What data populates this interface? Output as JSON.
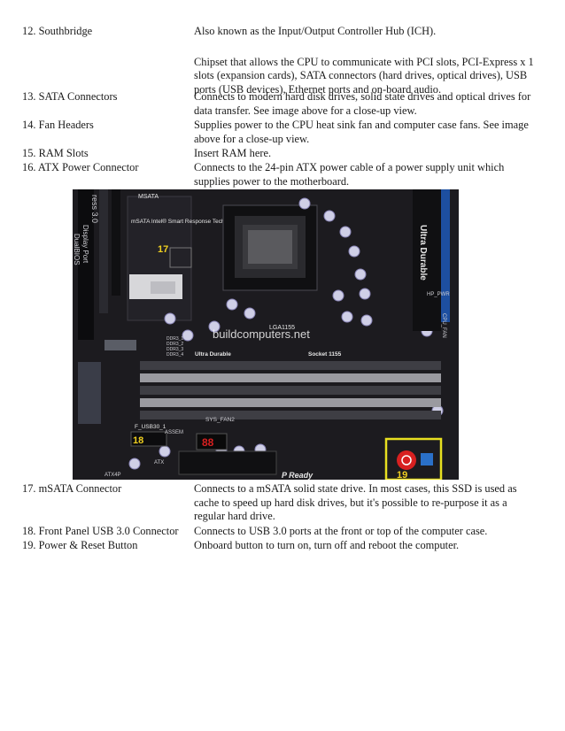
{
  "items_top": [
    {
      "term": "12. Southbridge",
      "desc": "Also known as the Input/Output Controller Hub (ICH).",
      "desc2": "Chipset that allows the CPU to communicate with PCI slots, PCI-Express x 1 slots (expansion cards), SATA connectors (hard drives, optical drives), USB ports (USB devices), Ethernet ports and on-board audio."
    },
    {
      "term": "13. SATA Connectors",
      "desc": "Connects to modern hard disk drives, solid state drives and optical drives for data transfer. See image above for a close-up view."
    },
    {
      "term": "14. Fan Headers",
      "desc": "Supplies power to the CPU heat sink fan and computer case fans. See image above for a close-up view."
    },
    {
      "term": "15. RAM Slots",
      "desc": "Insert RAM here."
    },
    {
      "term": "16. ATX Power Connector",
      "desc": "Connects to the 24-pin ATX power cable of a power supply unit which supplies power to the motherboard."
    }
  ],
  "photo": {
    "watermark": "buildcomputers.net",
    "labels": {
      "msata": "MSATA",
      "msata_chip": "mSATA Intel® Smart Response Technology",
      "num17": "17",
      "num18": "18",
      "num19": "19",
      "ultra_durable_side": "Ultra Durable",
      "ultra_durable": "Ultra Durable",
      "socket": "Socket 1155",
      "lga": "LGA1155",
      "f_usb": "F_USB30_1",
      "sys_fan": "SYS_FAN2",
      "atx": "ATX",
      "atx4p": "ATX4P",
      "ddr3_1": "DDR3_1",
      "ddr3_2": "DDR3_2",
      "ddr3_3": "DDR3_3",
      "ddr3_4": "DDR3_4",
      "cpu_fan": "CPU_FAN",
      "hp_pwr": "HP_PWR",
      "assem": "ASSEM",
      "ready": "P Ready",
      "side_text": "DualBIOS",
      "side_text2": "Display Port",
      "side_text3": "ress 3.0"
    },
    "colors": {
      "board": "#1c1b1f",
      "highlight_19": "#e8e020",
      "power_button": "#d82020",
      "reset_button": "#2a70c8",
      "number_label": "#f0d020"
    }
  },
  "items_bottom": [
    {
      "term": "17. mSATA Connector",
      "desc": "Connects to a mSATA solid state drive. In most cases, this SSD is used as cache to speed up hard disk drives, but it's possible to re-purpose it as a regular hard drive."
    },
    {
      "term": "18. Front Panel USB 3.0 Connector",
      "desc": "Connects to USB 3.0 ports at the front or top of the computer case."
    },
    {
      "term": "19. Power & Reset Button",
      "desc": "Onboard button to turn on, turn off and reboot the computer."
    }
  ]
}
